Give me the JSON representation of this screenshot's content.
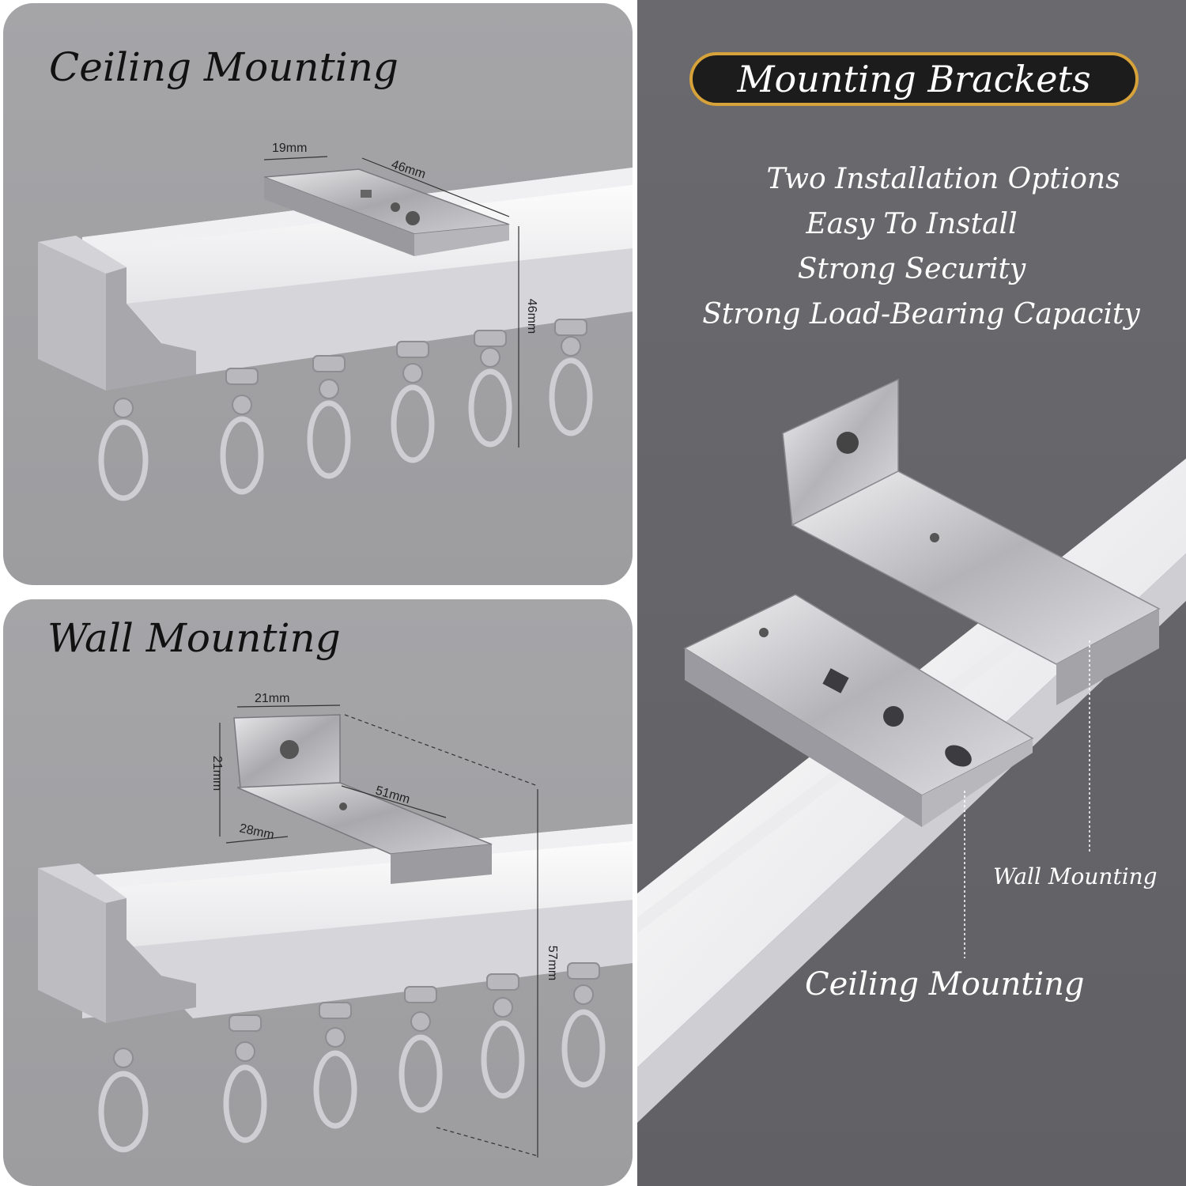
{
  "ceiling_panel": {
    "title": "Ceiling Mounting",
    "dimensions": {
      "width_top": "19mm",
      "length": "46mm",
      "height": "46mm"
    }
  },
  "wall_panel": {
    "title": "Wall Mounting",
    "dimensions": {
      "width_top": "21mm",
      "height_side": "21mm",
      "length": "51mm",
      "depth": "28mm",
      "total_height": "57mm"
    }
  },
  "right_panel": {
    "badge": "Mounting Brackets",
    "features": [
      "Two Installation Options",
      "Easy To Install",
      "Strong Security",
      "Strong Load-Bearing Capacity"
    ],
    "callouts": {
      "wall": "Wall Mounting",
      "ceiling": "Ceiling Mounting"
    }
  },
  "colors": {
    "badge_border": "#d8a23a",
    "badge_bg": "#1c1c1c",
    "left_bg": "#a3a3a6",
    "right_bg": "#666669"
  }
}
